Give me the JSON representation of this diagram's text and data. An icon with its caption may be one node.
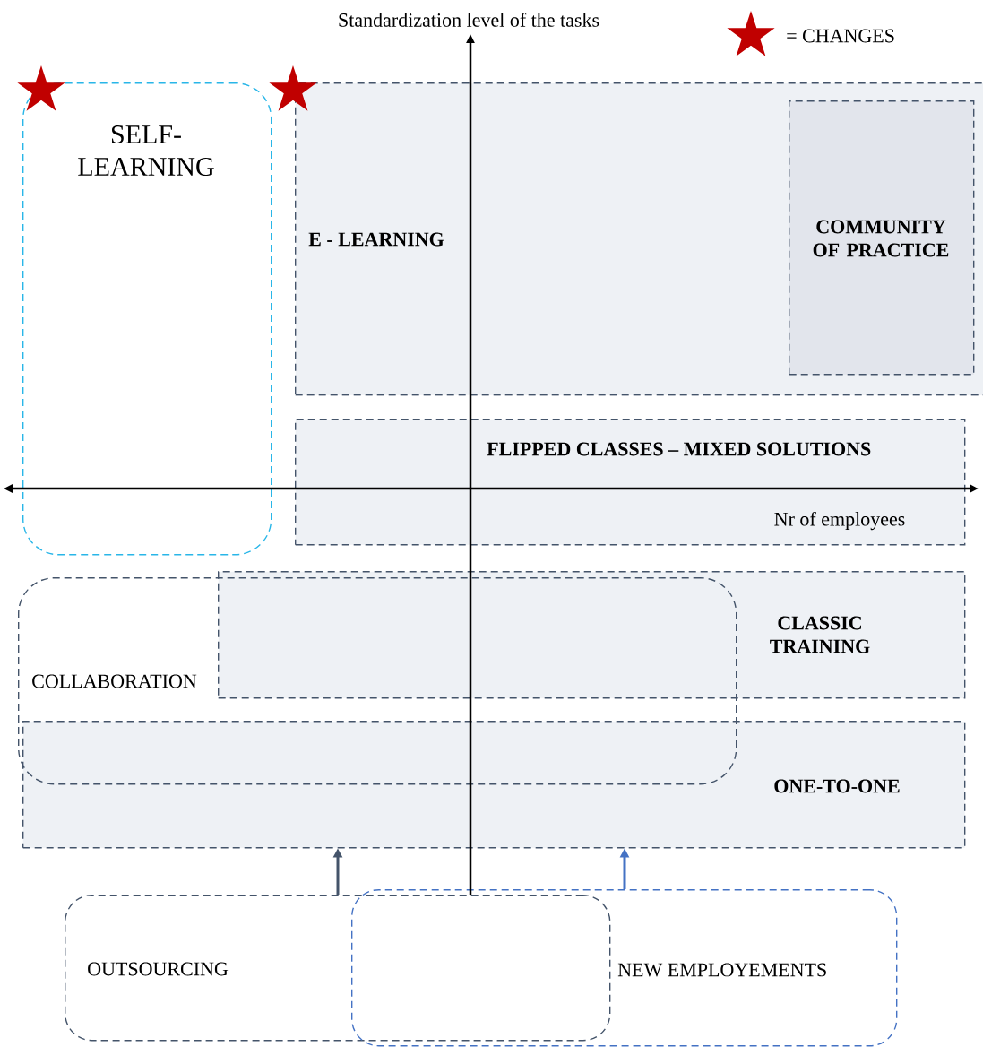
{
  "diagram": {
    "nodes": [
      {
        "text": [
          "SELF-LEARNING"
        ]
      },
      {
        "text": [
          "E - LEARNING"
        ]
      },
      {
        "text": [
          "COMMUNITY OF PRACTICE"
        ],
        "in": 1
      },
      {
        "text": [
          "FLIPPED CLASSES – MIXED SOLUTIONS"
        ]
      },
      {
        "text": [
          "CLASSIC TRAINING"
        ]
      },
      {
        "text": [
          "COLLABORATION"
        ]
      },
      {
        "text": [
          "ONE-TO-ONE"
        ]
      },
      {
        "text": [
          "OUTSOURCING"
        ]
      },
      {
        "text": [
          "NEW EMPLOYEMENTS"
        ]
      }
    ],
    "edges": [
      {
        "from": 7,
        "to": 6,
        "arrow": "to",
        "color": "#44546a"
      },
      {
        "from": 8,
        "to": 6,
        "arrow": "to",
        "color": "#4472c4"
      }
    ],
    "labels": [
      "Standardization level of the tasks",
      "Nr of employees"
    ],
    "legend": [
      {
        "text": "= CHANGES"
      }
    ]
  }
}
